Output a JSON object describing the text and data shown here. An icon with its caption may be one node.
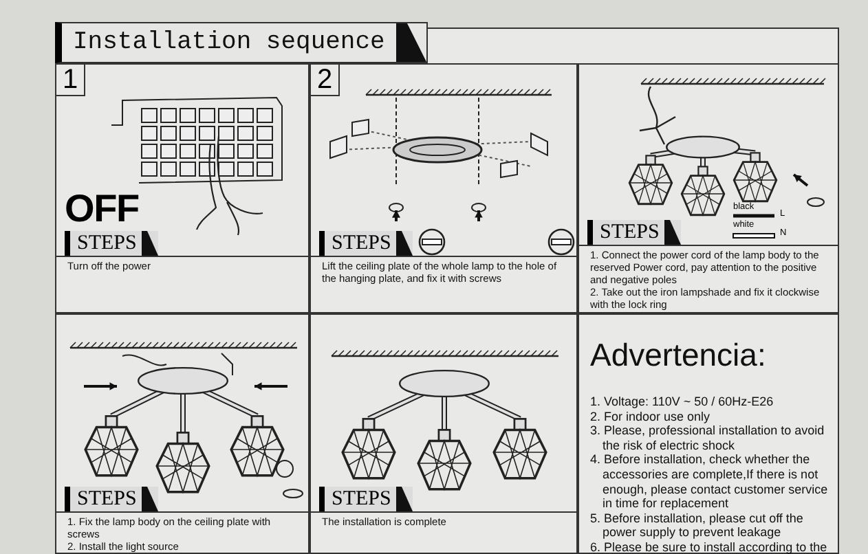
{
  "diagram": {
    "title": "Installation sequence",
    "nodes": [
      {
        "text": [
          "1",
          "OFF",
          "STEPS",
          "Turn off the power"
        ]
      },
      {
        "text": [
          "2",
          "STEPS",
          "Lift the ceiling plate of the whole lamp to the hole of the hanging plate, and fix it with screws"
        ]
      },
      {
        "text": [
          "STEPS",
          "1. Connect the power cord of the lamp body to the reserved Power cord, pay attention to the positive and negative poles",
          "2. Take out the iron lampshade and fix it clockwise with the lock ring"
        ]
      },
      {
        "text": [
          "STEPS",
          "1. Fix the lamp body on the ceiling plate with screws",
          "2. Install the light source"
        ]
      },
      {
        "text": [
          "STEPS",
          "The installation is complete"
        ]
      },
      {
        "text": [
          "Advertencia:",
          "1. Voltage: 110V ~ 50 / 60Hz-E26",
          "2. For indoor use only",
          "3. Please, professional installation to avoid the risk of electric shock",
          "4. Before installation, check whether the accessories are complete,If there is not enough, please contact customer service in time for replacement",
          "5. Before installation, please cut off the power supply to prevent leakage",
          "6. Please be sure to install according to the"
        ]
      }
    ],
    "labels": [
      "black",
      "L",
      "white",
      "N"
    ]
  }
}
